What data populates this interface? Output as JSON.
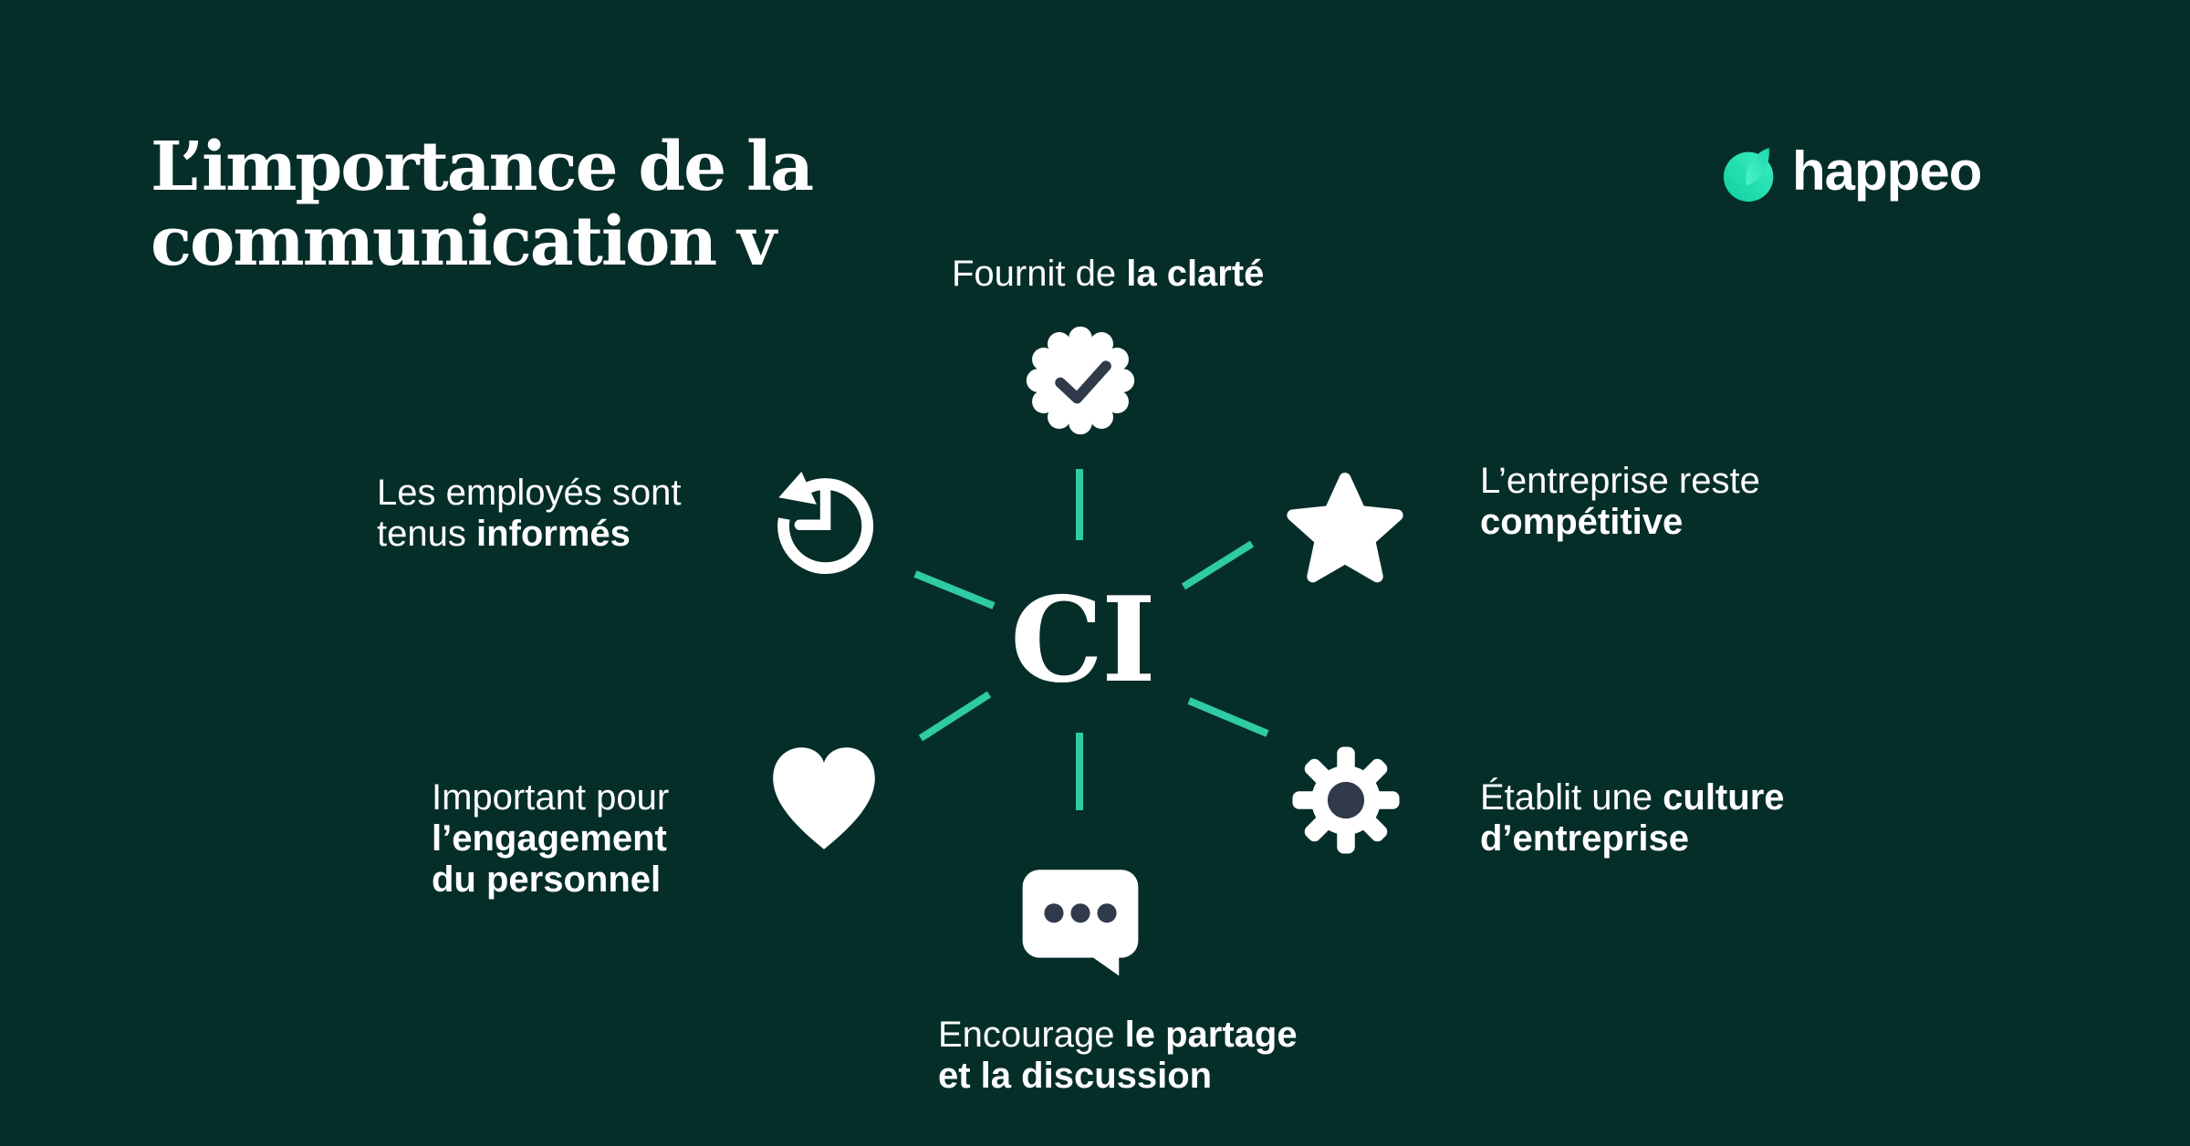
{
  "title": {
    "line1": "L’importance de la",
    "line2": "communication v"
  },
  "logo": {
    "wordmark": "happeo",
    "mark_icon": "happeo-leaf-circle-icon"
  },
  "hub": {
    "label": "CI"
  },
  "labels": {
    "top": {
      "plain": "Fournit de ",
      "bold": "la clarté"
    },
    "left": {
      "line1": "Les employés sont",
      "line2_plain": "tenus ",
      "line2_bold": "informés"
    },
    "right": {
      "line1": "L’entreprise reste",
      "line2_bold": "compétitive"
    },
    "bottom_left": {
      "line1": "Important pour",
      "line2_bold": "l’engagement",
      "line3_bold": "du personnel"
    },
    "bottom_right": {
      "line1_plain": "Établit une ",
      "line1_bold": "culture",
      "line2_bold": "d’entreprise"
    },
    "bottom_center": {
      "line1_plain": "Encourage ",
      "line1_bold": "le partage",
      "line2_bold": "et la discussion"
    }
  },
  "icons": {
    "top": "badge-check-icon",
    "left": "history-clock-icon",
    "right": "star-icon",
    "bottom_left": "heart-icon",
    "bottom_right": "gear-icon",
    "bottom_center": "chat-bubble-icon"
  },
  "colors": {
    "background": "#062E29",
    "accent_teal": "#2ECBA4",
    "icon_detail_navy": "#303A4A",
    "text": "#FFFFFF",
    "logo_mint_light": "#3CEFC1",
    "logo_mint_dark": "#10CFA0"
  }
}
